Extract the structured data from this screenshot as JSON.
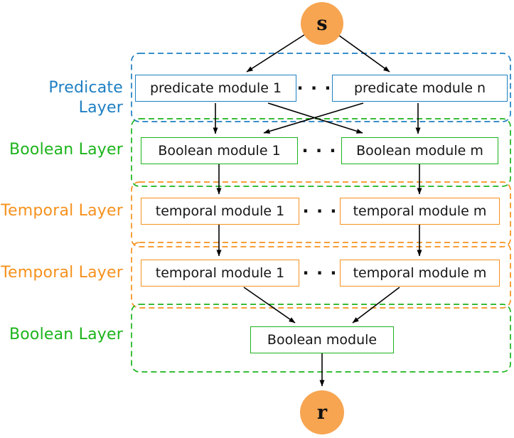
{
  "colors": {
    "blue": "#1e7fc2",
    "green": "#1cb41c",
    "orange": "#f6911d",
    "node_fill": "#f7a551",
    "arrow": "#000000"
  },
  "nodes": {
    "source_label": "s",
    "result_label": "r"
  },
  "ellipsis": "· · ·",
  "layers": [
    {
      "label": "Predicate Layer",
      "color": "blue",
      "boxes": [
        "predicate module 1",
        "predicate module n"
      ]
    },
    {
      "label": "Boolean Layer",
      "color": "green",
      "boxes": [
        "Boolean module 1",
        "Boolean module m"
      ]
    },
    {
      "label": "Temporal Layer",
      "color": "orange",
      "boxes": [
        "temporal module 1",
        "temporal module m"
      ]
    },
    {
      "label": "Temporal Layer",
      "color": "orange",
      "boxes": [
        "temporal module 1",
        "temporal module m"
      ]
    },
    {
      "label": "Boolean Layer",
      "color": "green",
      "boxes": [
        "Boolean module"
      ]
    }
  ]
}
